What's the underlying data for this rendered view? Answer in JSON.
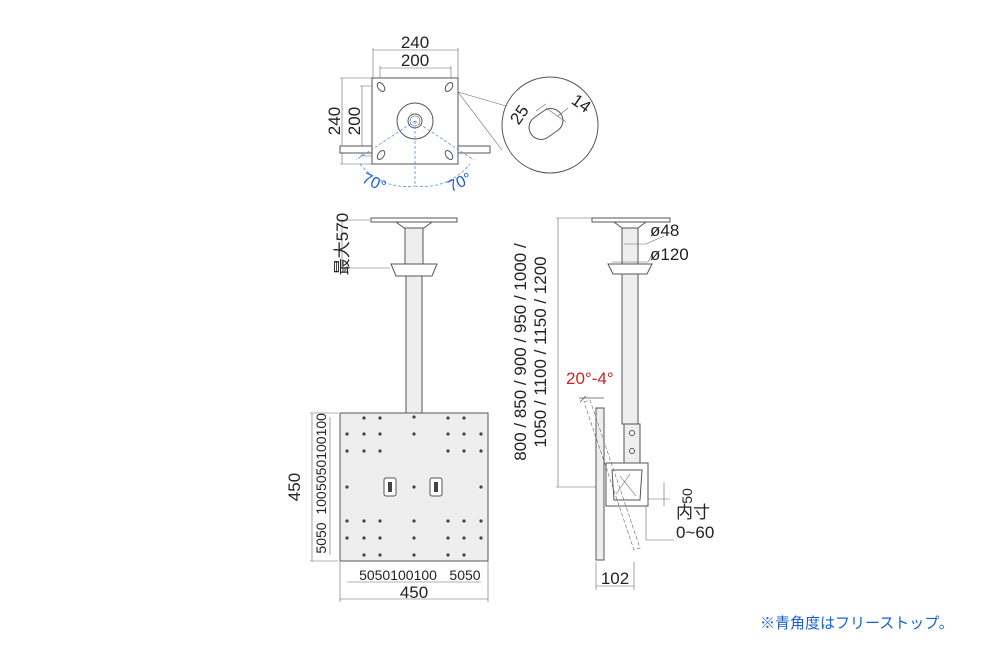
{
  "top_view": {
    "width_outer": "240",
    "width_inner": "200",
    "height_outer": "240",
    "height_inner": "200",
    "angle_left": "70°",
    "angle_right": "70°",
    "detail_dim_a": "25",
    "detail_dim_b": "14"
  },
  "front_view": {
    "max_label": "最大570",
    "panel_height": "450",
    "vertical_pitches": "5050100100",
    "vertical_pitches_2": "100",
    "vertical_pitches_3": "5050",
    "horizontal_pitches": "5050100100",
    "horizontal_pitches_2": "5050",
    "panel_width": "450"
  },
  "side_view": {
    "length_line1": "800 / 850 / 900 / 950 / 1000 /",
    "length_line2": "1050 / 1100 / 1150 / 1200",
    "pipe_diameter": "ø48",
    "base_diameter": "ø120",
    "tilt": "20°-4°",
    "inner_label": "内寸",
    "inner_offset": "50",
    "inner_range": "0~60",
    "depth": "102"
  },
  "colors": {
    "accent_blue": "#1a5fd0",
    "tilt_red": "#cc2222"
  },
  "note": "※青角度はフリーストップ。"
}
